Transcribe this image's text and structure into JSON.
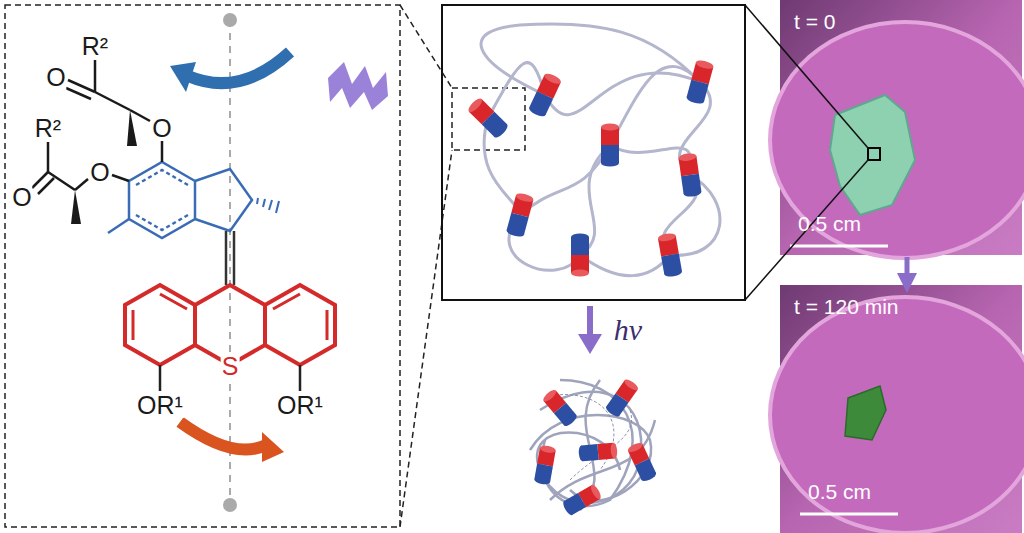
{
  "diagram": {
    "nodes": [
      {
        "text": [
          "t = 0",
          "0.5 cm"
        ]
      },
      {
        "text": [
          "t = 120 min",
          "0.5 cm"
        ]
      }
    ],
    "edges": [
      {
        "from": 0,
        "to": 1,
        "arrow": "to"
      }
    ],
    "labels": [
      "R²",
      "O",
      "O",
      "R²",
      "O",
      "O",
      "S",
      "OR¹",
      "OR¹",
      "hν"
    ]
  }
}
